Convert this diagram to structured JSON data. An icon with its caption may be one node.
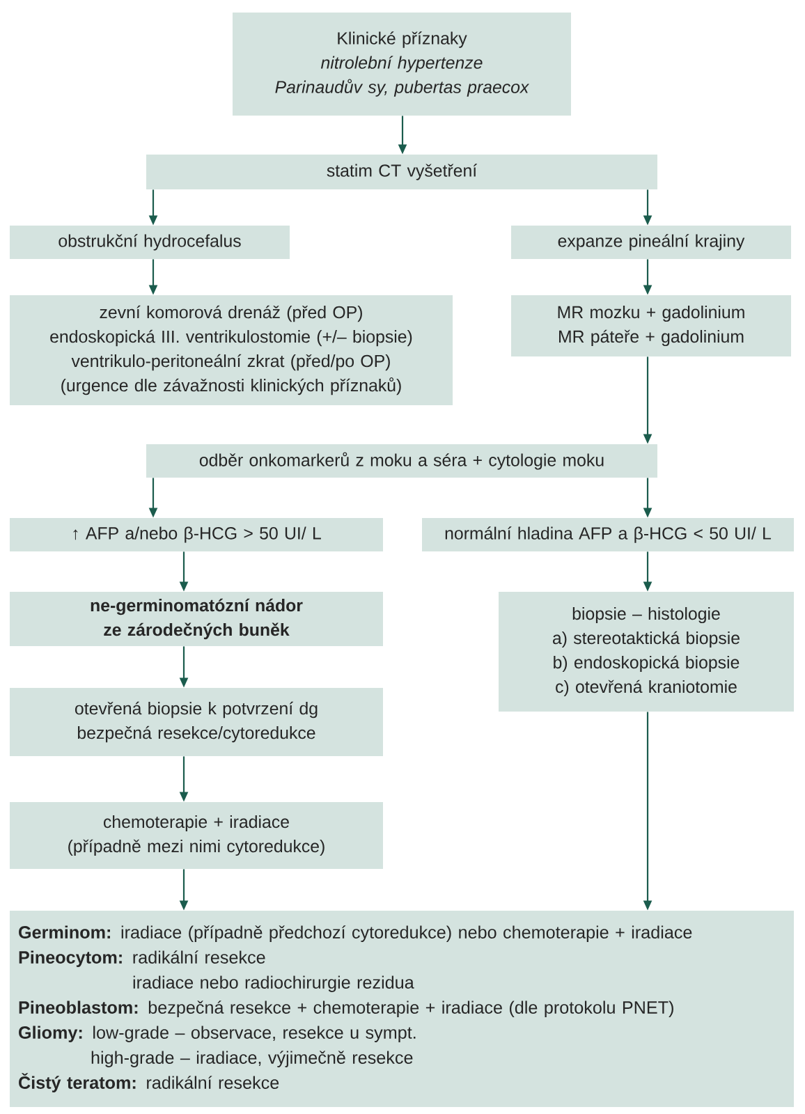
{
  "diagram": {
    "nodes": [
      {
        "text": [
          "Klinické příznaky",
          "nitrolební hypertenze",
          "Parinaudův sy, pubertas praecox"
        ]
      },
      {
        "text": [
          "statim CT vyšetření"
        ]
      },
      {
        "text": [
          "obstrukční hydrocefalus"
        ]
      },
      {
        "text": [
          "expanze pineální krajiny"
        ]
      },
      {
        "text": [
          "zevní komorová drenáž (před OP)",
          "endoskopická III. ventrikulostomie (+/– biopsie)",
          "ventrikulo-peritoneální zkrat (před/po OP)",
          "(urgence dle závažnosti klinických příznaků)"
        ]
      },
      {
        "text": [
          "MR mozku + gadolinium",
          "MR páteře + gadolinium"
        ]
      },
      {
        "text": [
          "odběr onkomarkerů z moku a séra + cytologie moku"
        ]
      },
      {
        "text": [
          "↑ AFP a/nebo β-HCG > 50 UI/ L"
        ]
      },
      {
        "text": [
          "normální hladina AFP a β-HCG < 50 UI/ L"
        ]
      },
      {
        "text": [
          "ne-germinomatózní nádor ze zárodečných buněk"
        ]
      },
      {
        "text": [
          "otevřená biopsie k potvrzení dg",
          "bezpečná resekce/cytoredukce"
        ]
      },
      {
        "text": [
          "chemoterapie + iradiace",
          "(případně mezi nimi cytoredukce)"
        ]
      },
      {
        "text": [
          "biopsie – histologie",
          "a) stereotaktická biopsie",
          "b) endoskopická biopsie",
          "c) otevřená kraniotomie"
        ]
      },
      {
        "text": [
          "**Germinom:** iradiace (případně předchozí cytoredukce) nebo chemoterapie + iradiace",
          "**Pineocytom:** radikální resekce",
          "iradiace nebo radiochirurgie rezidua",
          "**Pineoblastom:** bezpečná resekce + chemoterapie + iradiace (dle protokolu PNET)",
          "**Gliomy:** low-grade – observace, resekce u sympt.",
          "high-grade – iradiace, výjimečně resekce",
          "**Čistý teratom:** radikální resekce"
        ]
      }
    ],
    "edges": [
      {
        "from": 0,
        "to": 1,
        "arrow": "to"
      },
      {
        "from": 1,
        "to": 2,
        "arrow": "to"
      },
      {
        "from": 1,
        "to": 3,
        "arrow": "to"
      },
      {
        "from": 2,
        "to": 4,
        "arrow": "to"
      },
      {
        "from": 3,
        "to": 5,
        "arrow": "to"
      },
      {
        "from": 5,
        "to": 6,
        "arrow": "to"
      },
      {
        "from": 6,
        "to": 7,
        "arrow": "to"
      },
      {
        "from": 6,
        "to": 8,
        "arrow": "to"
      },
      {
        "from": 7,
        "to": 9,
        "arrow": "to"
      },
      {
        "from": 9,
        "to": 10,
        "arrow": "to"
      },
      {
        "from": 10,
        "to": 11,
        "arrow": "to"
      },
      {
        "from": 11,
        "to": 13,
        "arrow": "to"
      },
      {
        "from": 8,
        "to": 12,
        "arrow": "to"
      },
      {
        "from": 12,
        "to": 13,
        "arrow": "to"
      }
    ]
  }
}
